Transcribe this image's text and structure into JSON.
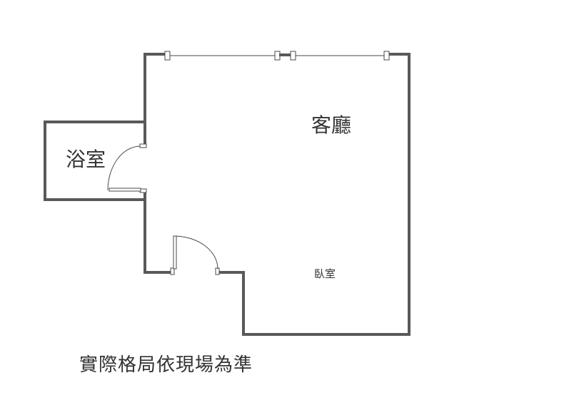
{
  "rooms": {
    "living_room": "客廳",
    "bathroom": "浴室",
    "bedroom": "臥室"
  },
  "note": "實際格局依現場為準",
  "colors": {
    "wall": "#595959",
    "line": "#4a4a4a",
    "text": "#333333",
    "background": "#ffffff"
  }
}
